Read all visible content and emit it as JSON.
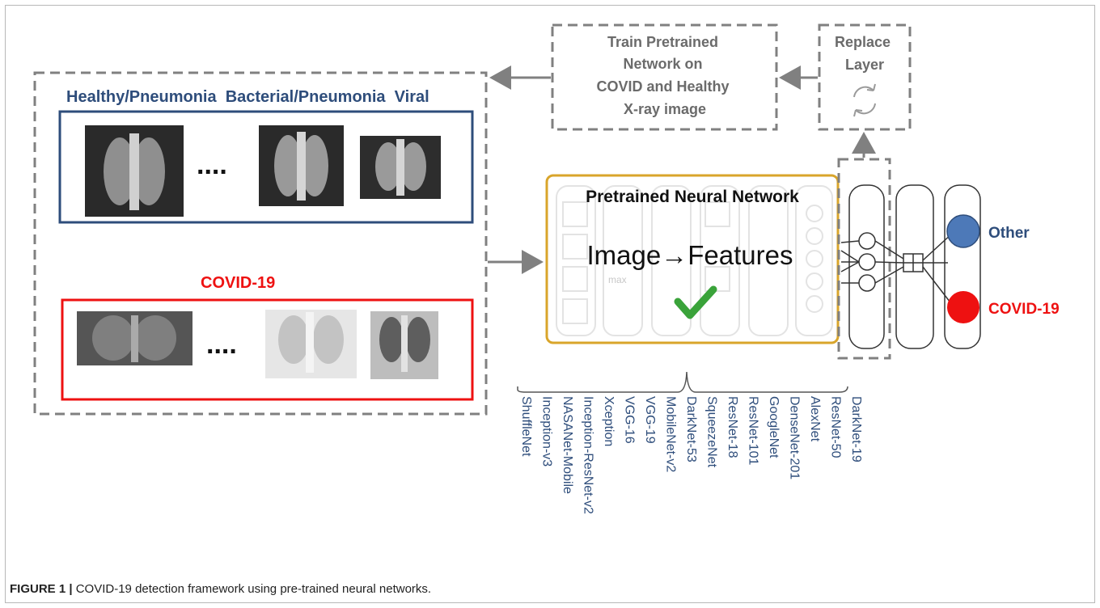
{
  "train_box": {
    "lines": [
      "Train Pretrained",
      "Network on",
      "COVID and Healthy",
      "X-ray image"
    ]
  },
  "replace_box": {
    "lines": [
      "Replace",
      "Layer"
    ]
  },
  "healthy_group": {
    "title": "Healthy/Pneumonia  Bacterial/Pneumonia  Viral",
    "ellipsis": "...."
  },
  "covid_group": {
    "title": "COVID-19",
    "ellipsis": "...."
  },
  "network_box": {
    "title": "Pretrained Neural Network",
    "caption": "Image→Features",
    "pool_label": "max"
  },
  "outputs": {
    "other": "Other",
    "covid": "COVID-19"
  },
  "models": [
    "ShuffleNet",
    "Inception-v3",
    "NASANet-Mobile",
    "Inception-ResNet-v2",
    "Xception",
    "VGG-16",
    "VGG-19",
    "MobileNet-v2",
    "DarkNet-53",
    "SqueezeNet",
    "ResNet-18",
    "ResNet-101",
    "GoogleNet",
    "DenseNet-201",
    "AlexNet",
    "ResNet-50",
    "DarkNet-19"
  ],
  "figure_caption": {
    "label": "FIGURE 1 |",
    "text": " COVID-19 detection framework using pre-trained neural networks."
  },
  "colors": {
    "healthy_blue": "#2e4d7b",
    "covid_red": "#ee1111",
    "network_gold": "#d9a52b",
    "dashed_gray": "#808080",
    "model_text": "#2e4d7b",
    "check_green": "#3aa33a",
    "other_node": "#4d79b8"
  }
}
